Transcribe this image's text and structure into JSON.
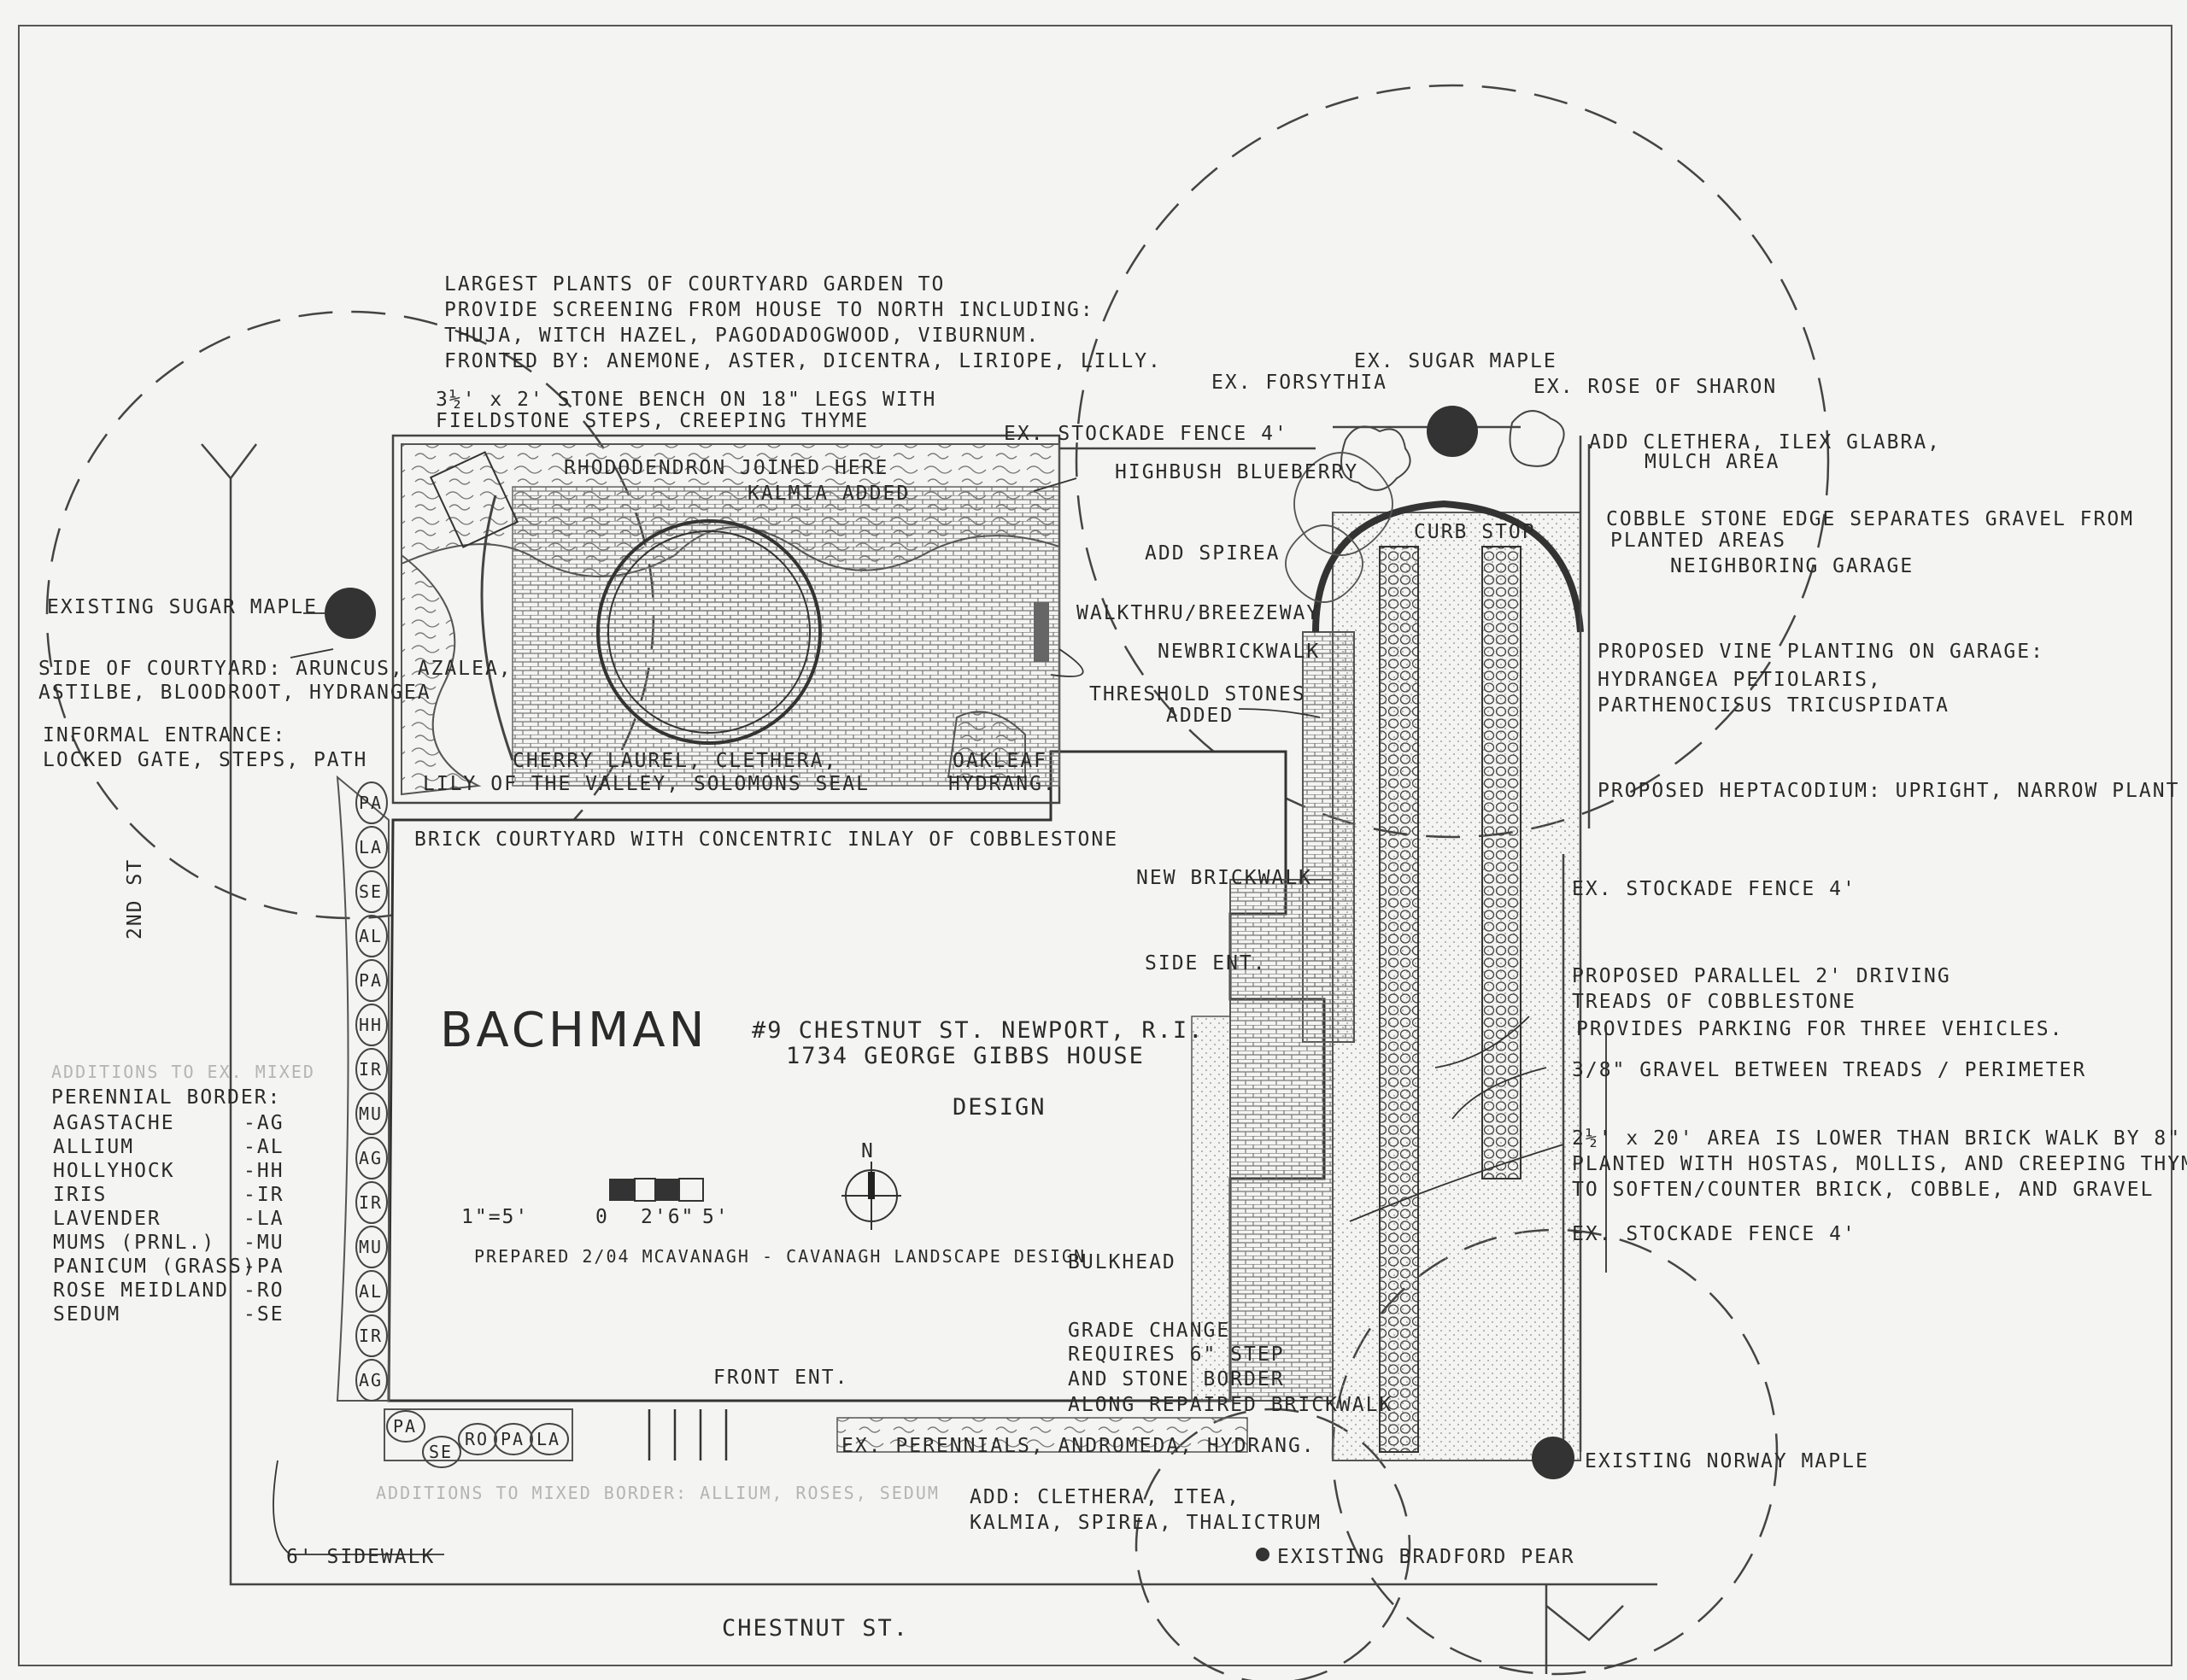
{
  "title": {
    "owner": "BACHMAN",
    "address": "#9 CHESTNUT ST. NEWPORT, R.I.",
    "house": "1734 GEORGE GIBBS HOUSE",
    "design": "DESIGN",
    "prepared": "PREPARED 2/04 MCAVANAGH - CAVANAGH LANDSCAPE DESIGN"
  },
  "scale": {
    "ratio": "1\"=5'",
    "zero": "0",
    "mid": "2'6\"",
    "end": "5'",
    "north": "N"
  },
  "streets": {
    "second": "2ND ST",
    "chestnut": "CHESTNUT ST.",
    "sidewalk": "6' SIDEWALK"
  },
  "courtyard_note": {
    "line1": "LARGEST PLANTS OF COURTYARD GARDEN TO",
    "line2": "PROVIDE SCREENING FROM HOUSE TO NORTH INCLUDING:",
    "line3": "THUJA, WITCH HAZEL, PAGODADOGWOOD, VIBURNUM.",
    "line4": "FRONTED BY:   ANEMONE, ASTER, DICENTRA, LIRIOPE, LILLY."
  },
  "bench_note": {
    "line1": "3½' x 2' STONE BENCH ON 18\" LEGS WITH",
    "line2": "FIELDSTONE STEPS, CREEPING THYME"
  },
  "labels": {
    "rhododendron1": "RHODODENDRON JOINED HERE",
    "rhododendron2": "KALMIA ADDED",
    "stockade_top": "EX. STOCKADE FENCE 4'",
    "forsythia": "EX. FORSYTHIA",
    "sugar_maple_ex": "EX. SUGAR MAPLE",
    "rose_sharon": "EX. ROSE OF SHARON",
    "clethera1": "ADD CLETHERA, ILEX GLABRA,",
    "clethera2": "MULCH AREA",
    "highbush": "HIGHBUSH BLUEBERRY",
    "curbstop": "CURB STOP",
    "cobble_edge1": "COBBLE STONE EDGE SEPARATES GRAVEL FROM",
    "cobble_edge2": "PLANTED AREAS",
    "neighboring_garage": "NEIGHBORING GARAGE",
    "add_spirea": "ADD SPIREA",
    "walkthru": "WALKTHRU/BREEZEWAY",
    "new_brickwalk1": "NEWBRICKWALK",
    "threshold1": "THRESHOLD STONES",
    "threshold2": "ADDED",
    "existing_sugar_maple": "EXISTING SUGAR MAPLE",
    "side_courtyard1": "SIDE OF COURTYARD: ARUNCUS, AZALEA,",
    "side_courtyard2": "ASTILBE, BLOODROOT, HYDRANGEA",
    "informal1": "INFORMAL ENTRANCE:",
    "informal2": "LOCKED GATE, STEPS, PATH",
    "cherry1": "CHERRY LAUREL, CLETHERA,",
    "cherry2": "LILY OF THE VALLEY, SOLOMONS SEAL",
    "oakleaf1": "OAKLEAF",
    "oakleaf2": "HYDRANG.",
    "vine1": "PROPOSED VINE PLANTING ON GARAGE:",
    "vine2": "HYDRANGEA PETIOLARIS,",
    "vine3": "PARTHENOCISUS TRICUSPIDATA",
    "heptacodium": "PROPOSED HEPTACODIUM: UPRIGHT, NARROW PLANT",
    "brick_courtyard": "BRICK COURTYARD WITH CONCENTRIC INLAY OF COBBLESTONE",
    "new_brickwalk2": "NEW BRICKWALK",
    "stockade_right1": "EX. STOCKADE FENCE 4'",
    "side_ent": "SIDE ENT.",
    "driving1": "PROPOSED PARALLEL 2' DRIVING",
    "driving2": "TREADS OF COBBLESTONE",
    "driving3": "PROVIDES PARKING FOR THREE VEHICLES.",
    "gravel": "3/8\" GRAVEL BETWEEN TREADS / PERIMETER",
    "area1": "2½' x 20' AREA IS LOWER THAN BRICK WALK BY 8\"",
    "area2": "PLANTED WITH HOSTAS, MOLLIS, AND CREEPING THYME,",
    "area3": "TO SOFTEN/COUNTER BRICK, COBBLE, AND GRAVEL",
    "stockade_right2": "EX. STOCKADE FENCE 4'",
    "bulkhead": "BULKHEAD",
    "grade1": "GRADE CHANGE",
    "grade2": "REQUIRES 6\" STEP",
    "grade3": "AND STONE BORDER",
    "grade4": "ALONG REPAIRED BRICKWALK",
    "front_ent": "FRONT ENT.",
    "ex_perennials": "EX. PERENNIALS, ANDROMEDA, HYDRANG.",
    "add_bottom1": "ADD: CLETHERA, ITEA,",
    "add_bottom2": "KALMIA, SPIREA, THALICTRUM",
    "norway": "EXISTING NORWAY MAPLE",
    "bradford": "EXISTING BRADFORD PEAR",
    "additions_mixed": "ADDITIONS TO MIXED BORDER: ALLIUM, ROSES, SEDUM",
    "additions_top": "ADDITIONS TO EX. MIXED"
  },
  "legend": {
    "title": "PERENNIAL BORDER:",
    "items": [
      {
        "name": "AGASTACHE",
        "code": "AG"
      },
      {
        "name": "ALLIUM",
        "code": "AL"
      },
      {
        "name": "HOLLYHOCK",
        "code": "HH"
      },
      {
        "name": "IRIS",
        "code": "IR"
      },
      {
        "name": "LAVENDER",
        "code": "LA"
      },
      {
        "name": "MUMS (PRNL.)",
        "code": "MU"
      },
      {
        "name": "PANICUM (GRASS)",
        "code": "PA"
      },
      {
        "name": "ROSE MEIDLAND",
        "code": "RO"
      },
      {
        "name": "SEDUM",
        "code": "SE"
      }
    ]
  },
  "border_codes": [
    "PA",
    "LA",
    "SE",
    "AL",
    "PA",
    "HH",
    "IR",
    "MU",
    "AG",
    "IR",
    "MU",
    "AL",
    "IR",
    "AG"
  ],
  "bottom_codes": [
    "PA",
    "SE",
    "RO",
    "PA",
    "LA"
  ]
}
